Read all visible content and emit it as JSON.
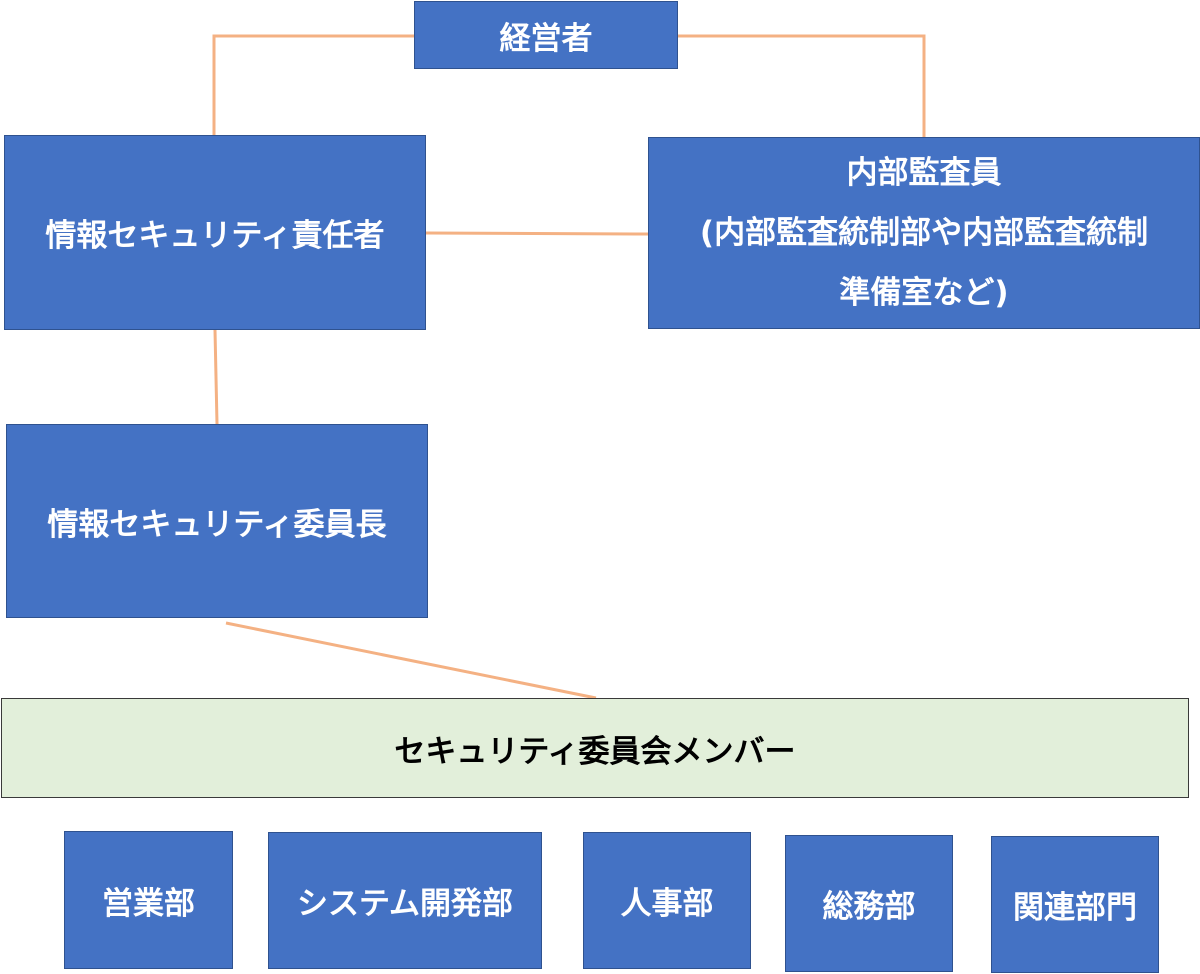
{
  "colors": {
    "box_fill": "#4472c4",
    "box_border": "#2f528f",
    "member_fill": "#e2efda",
    "connector": "#f4b183"
  },
  "nodes": {
    "executive": "経営者",
    "security_officer": "情報セキュリティ責任者",
    "internal_auditor": {
      "line1": "内部監査員",
      "line2": "(内部監査統制部や内部監査統制",
      "line3": "準備室など)"
    },
    "committee_chair": "情報セキュリティ委員長",
    "committee_members": "セキュリティ委員会メンバー"
  },
  "departments": [
    "営業部",
    "システム開発部",
    "人事部",
    "総務部",
    "関連部門"
  ]
}
